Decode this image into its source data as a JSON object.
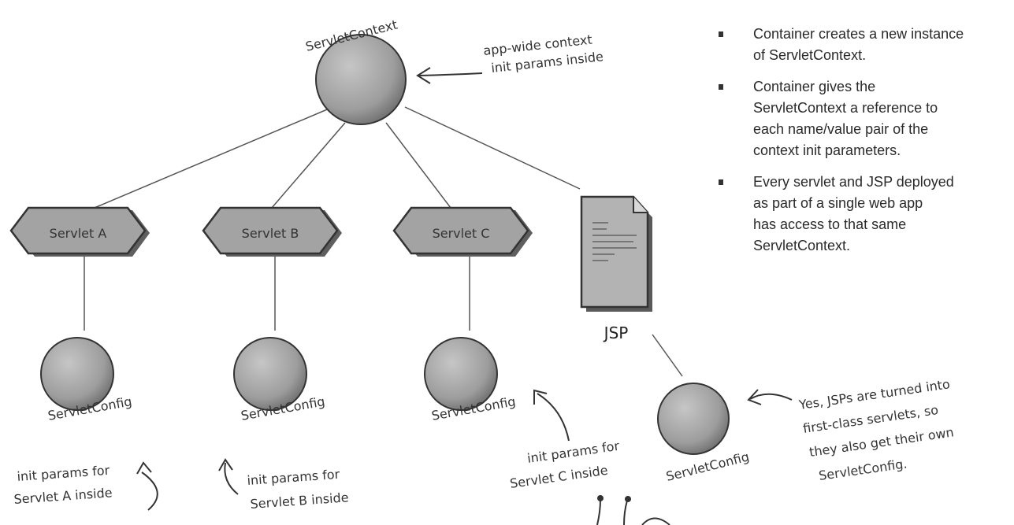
{
  "nodes": {
    "context": "ServletContext",
    "servlets": [
      "Servlet A",
      "Servlet B",
      "Servlet C"
    ],
    "jsp": "JSP",
    "config": "ServletConfig"
  },
  "annotations": {
    "context_note": [
      "app-wide context",
      "init params inside"
    ],
    "a_note": [
      "init params for",
      "Servlet A inside"
    ],
    "b_note": [
      "init params for",
      "Servlet B inside"
    ],
    "c_note": [
      "init params for",
      "Servlet C inside"
    ],
    "jsp_note": [
      "Yes, JSPs are turned into",
      "first-class servlets, so",
      "they also get their own",
      "ServletConfig."
    ]
  },
  "bullets": [
    [
      "Container creates a new instance",
      "of ServletContext."
    ],
    [
      "Container gives the",
      "ServletContext a reference to",
      "each name/value pair of the",
      "context init parameters."
    ],
    [
      "Every servlet and JSP deployed",
      "as part of a single web app",
      "has access to that same",
      "ServletContext."
    ]
  ],
  "colors": {
    "node_fill": "#9d9d9d",
    "node_dark": "#5f5f5f",
    "line": "#555555"
  }
}
